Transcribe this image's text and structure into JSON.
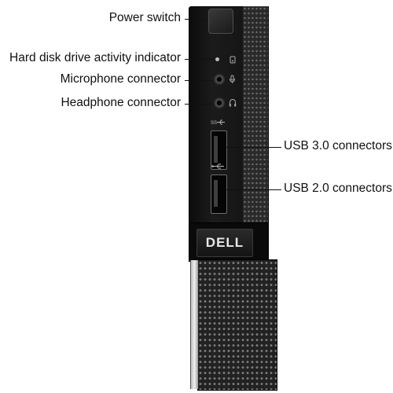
{
  "callouts": {
    "power_switch": "Power switch",
    "hdd_indicator": "Hard disk drive activity indicator",
    "microphone": "Microphone connector",
    "headphone": "Headphone connector",
    "usb3": "USB 3.0 connectors",
    "usb2": "USB 2.0 connectors"
  },
  "device": {
    "logo": "DELL",
    "chassis_color": "#151515",
    "vent_color": "#2a2a2a",
    "icons": [
      "power-button",
      "hdd-icon",
      "microphone-icon",
      "headphone-icon",
      "usb-ss-icon",
      "usb-icon"
    ]
  }
}
